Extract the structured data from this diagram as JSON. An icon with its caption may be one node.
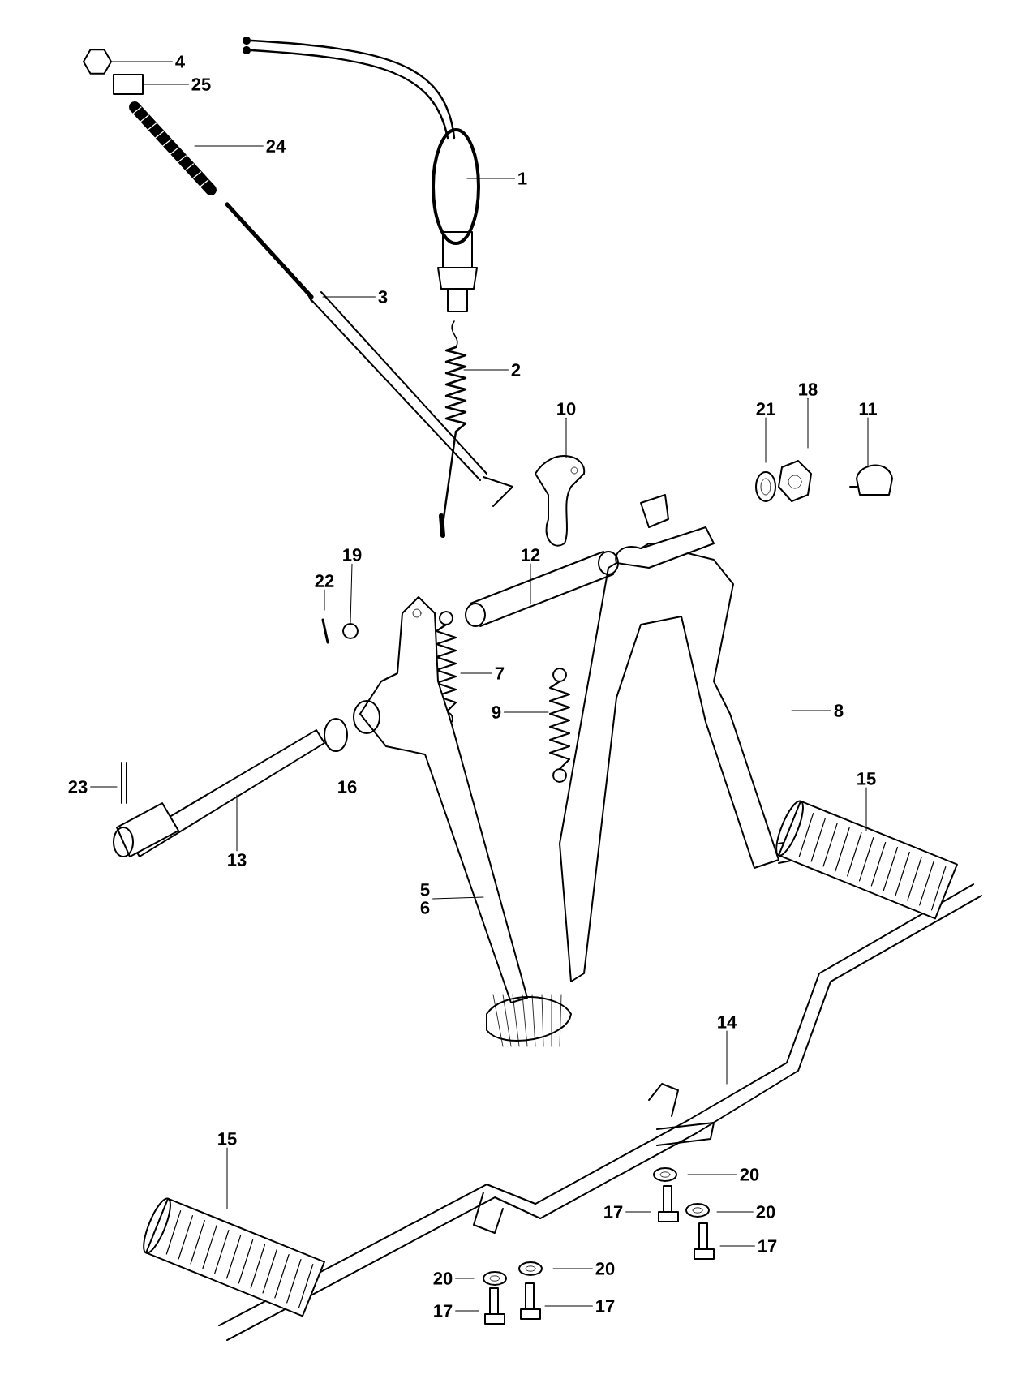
{
  "diagram": {
    "nodes": [
      {
        "text": [
          "4"
        ]
      },
      {
        "text": [
          "25"
        ]
      },
      {
        "text": [
          "1"
        ]
      },
      {
        "text": [
          "24"
        ]
      },
      {
        "text": [
          "3"
        ]
      },
      {
        "text": [
          "2"
        ]
      },
      {
        "text": [
          "18"
        ]
      },
      {
        "text": [
          "10"
        ]
      },
      {
        "text": [
          "21"
        ]
      },
      {
        "text": [
          "11"
        ]
      },
      {
        "text": [
          "19"
        ]
      },
      {
        "text": [
          "12"
        ]
      },
      {
        "text": [
          "22"
        ]
      },
      {
        "text": [
          "7"
        ]
      },
      {
        "text": [
          "9"
        ]
      },
      {
        "text": [
          "8"
        ]
      },
      {
        "text": [
          "15"
        ]
      },
      {
        "text": [
          "23"
        ]
      },
      {
        "text": [
          "13"
        ]
      },
      {
        "text": [
          "5",
          "6"
        ]
      },
      {
        "text": [
          "14"
        ]
      },
      {
        "text": [
          "15"
        ]
      },
      {
        "text": [
          "20"
        ]
      },
      {
        "text": [
          "17"
        ]
      },
      {
        "text": [
          "20"
        ]
      },
      {
        "text": [
          "17"
        ]
      },
      {
        "text": [
          "20"
        ]
      },
      {
        "text": [
          "20"
        ]
      },
      {
        "text": [
          "17"
        ]
      },
      {
        "text": [
          "17"
        ]
      },
      {
        "text": [],
        "shape": "box"
      },
      {
        "text": [],
        "shape": "circle"
      },
      {
        "text": [],
        "shape": "hexagon"
      }
    ],
    "edges": [
      {
        "from": 0,
        "to": 32,
        "arrow": "none"
      },
      {
        "from": 1,
        "to": 30,
        "arrow": "none"
      },
      {
        "from": 2,
        "to": null,
        "arrow": "none"
      },
      {
        "from": 3,
        "to": null,
        "arrow": "none"
      },
      {
        "from": 4,
        "to": null,
        "arrow": "none"
      },
      {
        "from": 5,
        "to": null,
        "arrow": "none"
      },
      {
        "from": 6,
        "to": null,
        "arrow": "none"
      },
      {
        "from": 7,
        "to": null,
        "arrow": "none"
      },
      {
        "from": 8,
        "to": null,
        "arrow": "none"
      },
      {
        "from": 9,
        "to": null,
        "arrow": "none"
      },
      {
        "from": 10,
        "to": 31,
        "arrow": "none"
      },
      {
        "from": 11,
        "to": null,
        "arrow": "none"
      },
      {
        "from": 12,
        "to": null,
        "arrow": "none"
      },
      {
        "from": 13,
        "to": null,
        "arrow": "none"
      },
      {
        "from": 14,
        "to": null,
        "arrow": "none"
      },
      {
        "from": 15,
        "to": null,
        "arrow": "none"
      },
      {
        "from": 16,
        "to": null,
        "arrow": "none"
      },
      {
        "from": 17,
        "to": null,
        "arrow": "none"
      },
      {
        "from": 18,
        "to": null,
        "arrow": "none"
      },
      {
        "from": 19,
        "to": null,
        "arrow": "none"
      },
      {
        "from": 20,
        "to": null,
        "arrow": "none"
      },
      {
        "from": 21,
        "to": null,
        "arrow": "none"
      },
      {
        "from": 22,
        "to": null,
        "arrow": "none"
      },
      {
        "from": 23,
        "to": null,
        "arrow": "none"
      },
      {
        "from": 24,
        "to": null,
        "arrow": "none"
      },
      {
        "from": 25,
        "to": null,
        "arrow": "none"
      },
      {
        "from": 26,
        "to": null,
        "arrow": "none"
      },
      {
        "from": 27,
        "to": null,
        "arrow": "none"
      },
      {
        "from": 28,
        "to": null,
        "arrow": "none"
      },
      {
        "from": 29,
        "to": null,
        "arrow": "none"
      }
    ],
    "labels": [
      "16"
    ]
  }
}
